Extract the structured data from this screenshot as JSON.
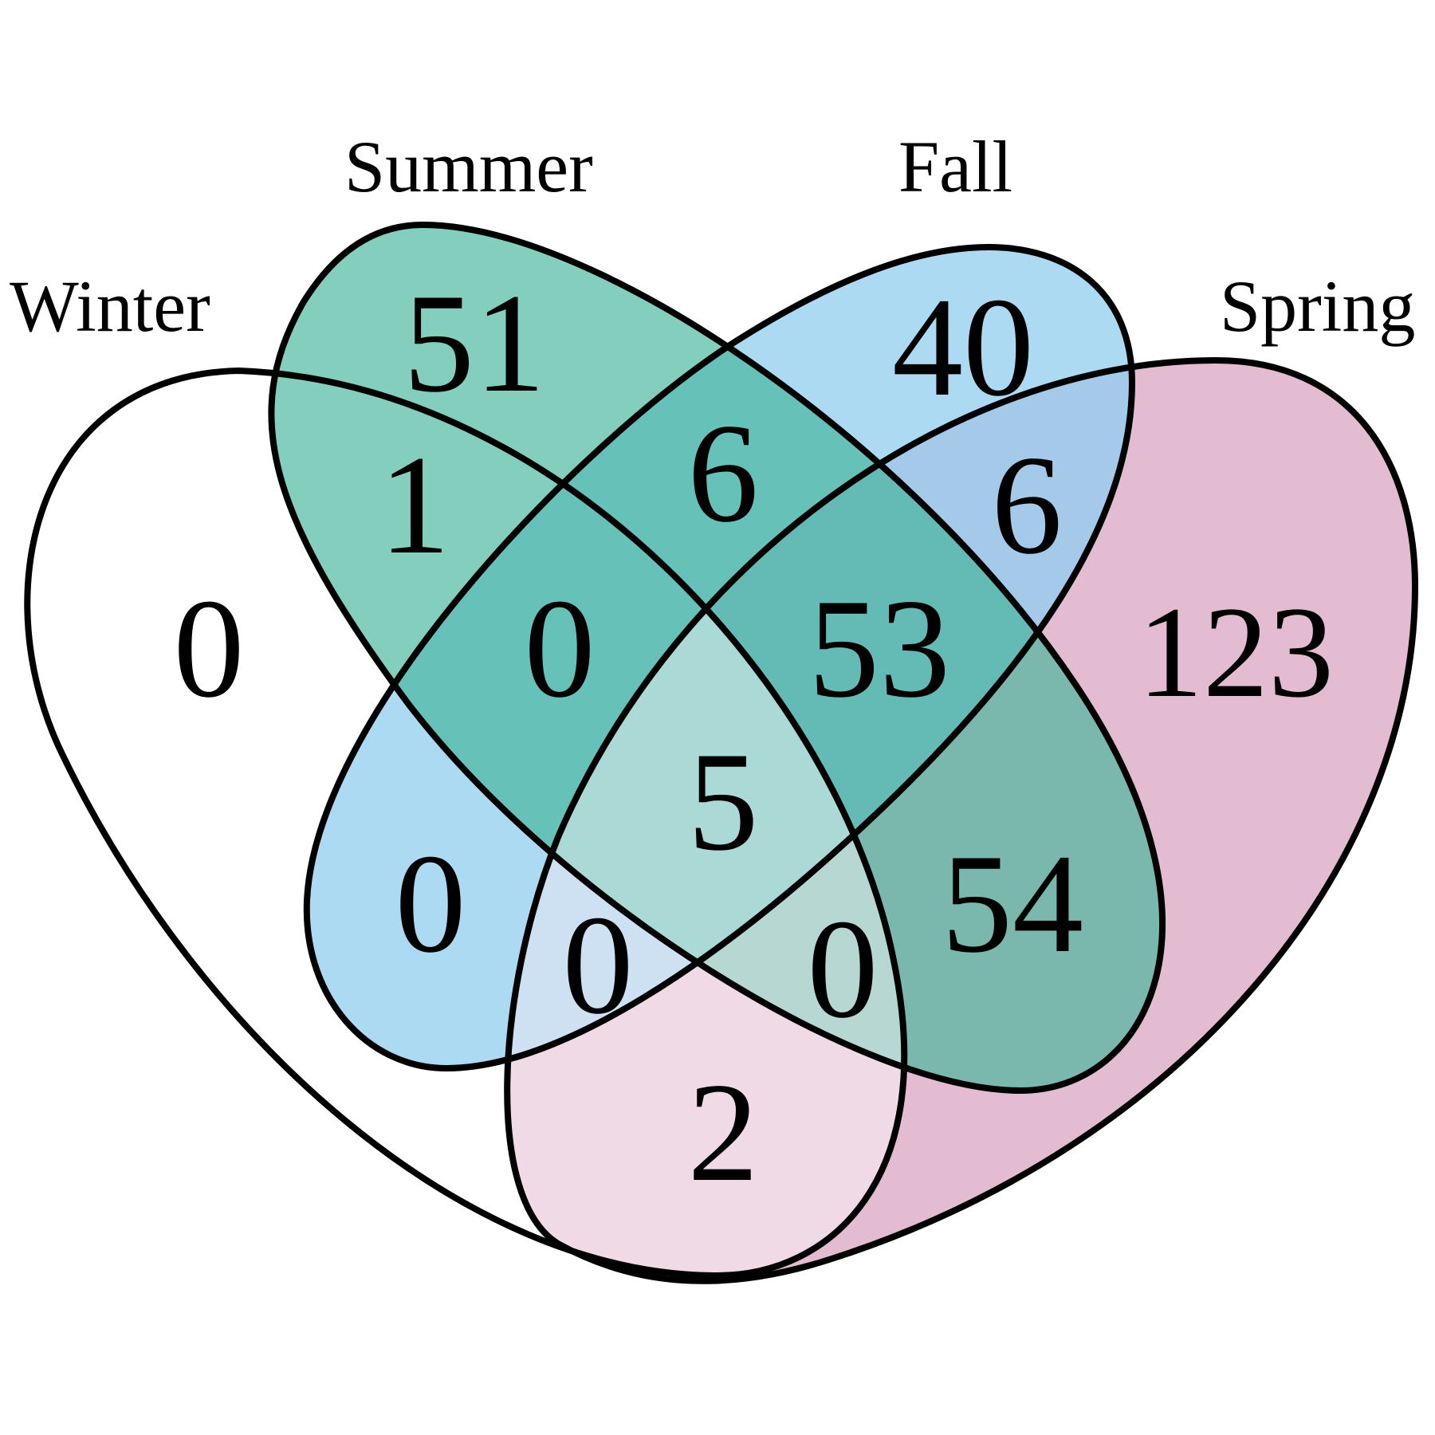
{
  "sets": [
    {
      "key": "winter",
      "label": "Winter",
      "color": "#ffffff"
    },
    {
      "key": "summer",
      "label": "Summer",
      "color": "#80cfba"
    },
    {
      "key": "fall",
      "label": "Fall",
      "color": "#aad9f2"
    },
    {
      "key": "spring",
      "label": "Spring",
      "color": "#e3bad0"
    }
  ],
  "regions": {
    "winter_only": "0",
    "summer_only": "51",
    "fall_only": "40",
    "spring_only": "123",
    "winter_summer": "1",
    "summer_fall": "6",
    "fall_spring": "6",
    "winter_summer_fall": "0",
    "summer_fall_spring": "53",
    "all_four": "5",
    "winter_fall": "0",
    "summer_spring": "54",
    "winter_fall_spring": "0",
    "winter_summer_spring": "0",
    "winter_spring": "2"
  }
}
